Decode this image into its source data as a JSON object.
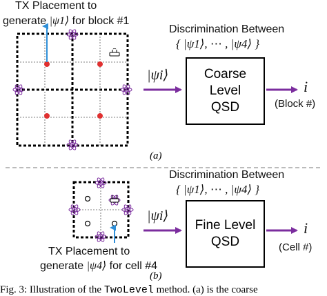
{
  "top": {
    "tx_label_line1": "TX Placement to",
    "tx_label_pre": "generate",
    "tx_label_post": "for block #1",
    "disc_title": "Discrimination Between",
    "box_line1": "Coarse Level",
    "box_line2": "QSD",
    "output_sub": "(Block #)",
    "panel_label": "(a)"
  },
  "bottom": {
    "disc_title": "Discrimination Between",
    "box_line1": "Fine Level",
    "box_line2": "QSD",
    "tx_label_line1": "TX Placement to",
    "tx_label_pre": "generate",
    "tx_label_post": "for cell #4",
    "output_sub": "(Cell #)",
    "panel_label": "(b)"
  },
  "math": {
    "psi1": "|ψ1⟩",
    "psi4": "|ψ4⟩",
    "psi_i": "|ψi⟩",
    "output": "i",
    "set_open": "{ |ψ1⟩,",
    "set_dots": "⋯",
    "set_close": ", |ψ4⟩ }"
  },
  "caption": {
    "prefix": "Fig. 3: Illustration of the ",
    "method": "TwoLevel",
    "suffix": " method. (a) is the coarse"
  },
  "colors": {
    "arrow": "#7b2d9e",
    "dot": "#e03030",
    "tx_arrow": "#2f8fd8"
  }
}
